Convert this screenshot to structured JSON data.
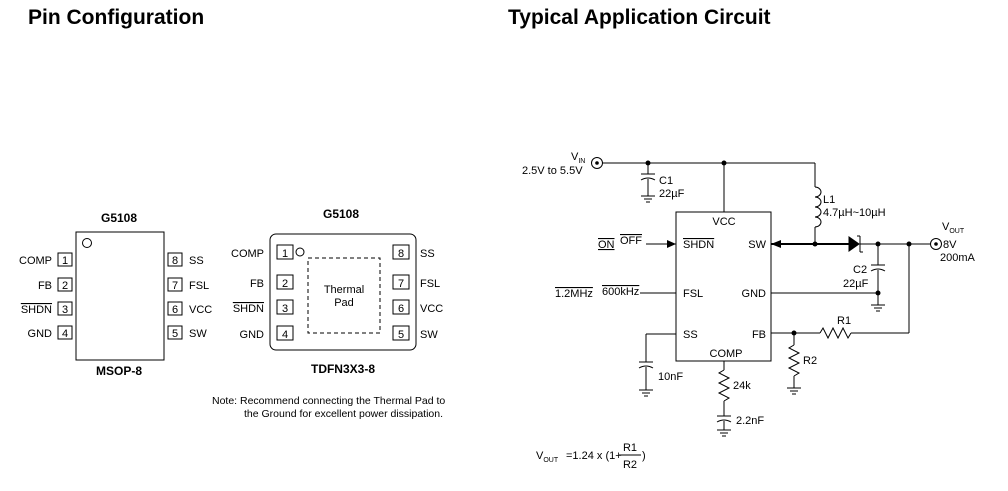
{
  "headings": {
    "pin_config": "Pin Configuration",
    "typical_app": "Typical Application Circuit"
  },
  "msop": {
    "part": "G5108",
    "package": "MSOP-8",
    "left_pins": [
      {
        "num": "1",
        "name": "COMP",
        "overline": false
      },
      {
        "num": "2",
        "name": "FB",
        "overline": false
      },
      {
        "num": "3",
        "name": "SHDN",
        "overline": true
      },
      {
        "num": "4",
        "name": "GND",
        "overline": false
      }
    ],
    "right_pins": [
      {
        "num": "8",
        "name": "SS"
      },
      {
        "num": "7",
        "name": "FSL"
      },
      {
        "num": "6",
        "name": "VCC"
      },
      {
        "num": "5",
        "name": "SW"
      }
    ]
  },
  "tdfn": {
    "part": "G5108",
    "package": "TDFN3X3-8",
    "pad_line1": "Thermal",
    "pad_line2": "Pad",
    "left_pins": [
      {
        "num": "1",
        "name": "COMP",
        "overline": false
      },
      {
        "num": "2",
        "name": "FB",
        "overline": false
      },
      {
        "num": "3",
        "name": "SHDN",
        "overline": true
      },
      {
        "num": "4",
        "name": "GND",
        "overline": false
      }
    ],
    "right_pins": [
      {
        "num": "8",
        "name": "SS"
      },
      {
        "num": "7",
        "name": "FSL"
      },
      {
        "num": "6",
        "name": "VCC"
      },
      {
        "num": "5",
        "name": "SW"
      }
    ]
  },
  "note": {
    "line1": "Note: Recommend connecting the Thermal Pad  to",
    "line2": "the Ground for excellent power dissipation."
  },
  "circuit": {
    "vin_main": "V",
    "vin_sub": "IN",
    "vin_range": "2.5V to 5.5V",
    "c1_name": "C1",
    "c1_value": "22µF",
    "l1_name": "L1",
    "l1_value": "4.7µH~10µH",
    "vout_main": "V",
    "vout_sub": "OUT",
    "vout_voltage": "8V",
    "vout_current": "200mA",
    "c2_name": "C2",
    "c2_value": "22µF",
    "r1_name": "R1",
    "r2_name": "R2",
    "ic_pins": {
      "vcc": "VCC",
      "shdn": "SHDN",
      "sw": "SW",
      "fsl": "FSL",
      "gnd": "GND",
      "ss": "SS",
      "fb": "FB",
      "comp": "COMP"
    },
    "on_label": "ON",
    "off_label": "OFF",
    "freq_low": "1.2MHz",
    "freq_high": "600kHz",
    "ss_cap": "10nF",
    "comp_res": "24k",
    "comp_cap": "2.2nF",
    "formula": {
      "lhs_main": "V",
      "lhs_sub": "OUT",
      "prefix": "=1.24 x (1+",
      "num": "R1",
      "den": "R2",
      "suffix": ")"
    }
  }
}
